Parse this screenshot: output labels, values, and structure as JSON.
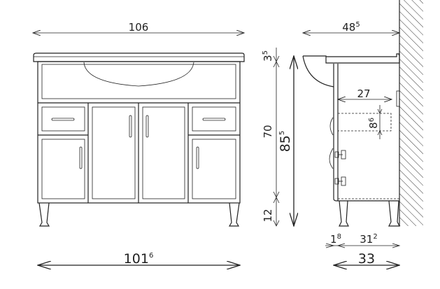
{
  "front_view": {
    "width_top": "106",
    "width_bottom": {
      "main": "101",
      "sup": "6"
    }
  },
  "height_dims": {
    "countertop": {
      "main": "3",
      "sup": "5"
    },
    "body": "70",
    "legs": "12",
    "total": {
      "main": "85",
      "sup": "5"
    }
  },
  "side_view": {
    "depth_top": {
      "main": "48",
      "sup": "5"
    },
    "inner_depth": "27",
    "drawer_height": {
      "main": "8",
      "sup": "6"
    },
    "front_thickness": {
      "main": "1",
      "sup": "8"
    },
    "body_depth": {
      "main": "31",
      "sup": "2"
    },
    "total_depth": "33"
  },
  "colors": {
    "line": "#222222",
    "background": "#ffffff"
  }
}
